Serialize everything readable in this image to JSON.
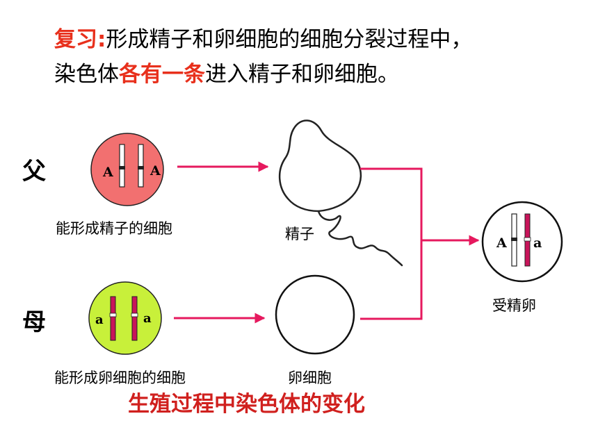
{
  "title": {
    "review_prefix": "复习:",
    "line1_rest": "形成精子和卵细胞的细胞分裂过程中，",
    "line2_start": "染色体",
    "line2_highlight": "各有一条",
    "line2_end": "进入精子和卵细胞。"
  },
  "labels": {
    "father": "父",
    "mother": "母",
    "sperm_forming_cell": "能形成精子的细胞",
    "egg_forming_cell": "能形成卵细胞的细胞",
    "sperm": "精子",
    "egg": "卵细胞",
    "zygote": "受精卵"
  },
  "alleles": {
    "father_left": "A",
    "father_right": "A",
    "mother_left": "a",
    "mother_right": "a",
    "zygote_left": "A",
    "zygote_right": "a"
  },
  "caption": "生殖过程中染色体的变化",
  "colors": {
    "highlight_red": "#e8301c",
    "caption_red": "#d0201e",
    "arrow_magenta": "#e6195e",
    "father_cell_fill": "#f27070",
    "mother_cell_fill": "#c8f03a",
    "chromosome_dark": "#c8145a"
  }
}
